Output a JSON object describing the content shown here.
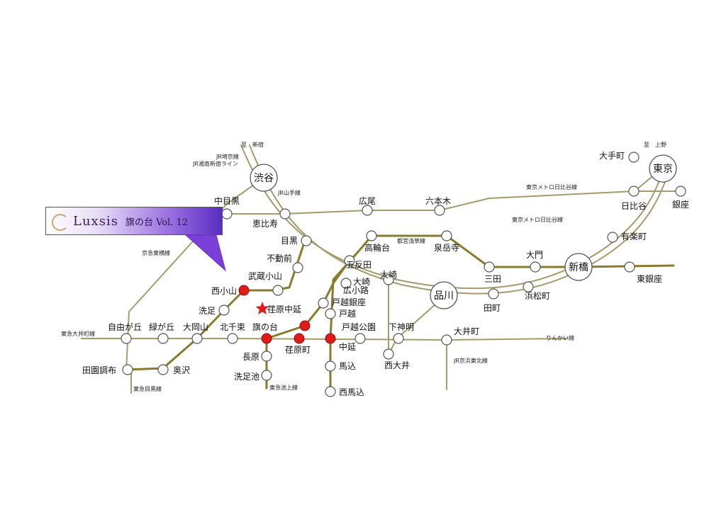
{
  "banner": {
    "brand": "Luxsis",
    "subtitle": "旗の台 Vol. 12"
  },
  "line_labels": {
    "shinjuku": "至　新宿",
    "ueno": "至　上野",
    "jr_saikyo": "JR埼京線",
    "jr_shonan": "JR湘南新宿ライン",
    "jr_yamanote": "JR山手線",
    "hibiya_top": "東京メトロ日比谷線",
    "hibiya_mid": "東京メトロ日比谷線",
    "toyoko": "京急東横線",
    "asakusa": "都営浅草線",
    "oimachi_line": "東急大井町線",
    "meguro_line": "東急目黒線",
    "ikegami_line": "東急池上線",
    "rinkai": "りんかい線",
    "keihin": "JR京浜東北線"
  },
  "stations": {
    "shibuya": "渋谷",
    "tokyo": "東京",
    "shinbashi": "新橋",
    "shinagawa": "品川",
    "nakameguro": "中目黒",
    "ebisu": "恵比寿",
    "hiroo": "広尾",
    "roppongi": "六本木",
    "otemachi": "大手町",
    "hibiya": "日比谷",
    "ginza": "銀座",
    "yurakucho": "有楽町",
    "higashiginza": "東銀座",
    "meguro": "目黒",
    "fudomae": "不動前",
    "musashikoyama": "武蔵小山",
    "nishikoyama": "西小山",
    "senzoku": "洗足",
    "ebaranakanobu": "荏原中延",
    "takanawadai": "高輪台",
    "sengakuji": "泉岳寺",
    "gotanda": "五反田",
    "osaki": "大崎",
    "osakihirokoji": "大崎\n広小路",
    "togoshiginza": "戸越銀座",
    "togoshi": "戸越",
    "togoshikoen": "戸越公園",
    "mita": "三田",
    "daimon": "大門",
    "hamamatsucho": "浜松町",
    "tamachi": "田町",
    "jiyugaoka": "自由が丘",
    "midorigaoka": "緑が丘",
    "ookayama": "大岡山",
    "kitasenzoku": "北千束",
    "hatanodai": "旗の台",
    "ebaramachi": "荏原町",
    "nakanobu": "中延",
    "shimoshinmei": "下神明",
    "oimachi": "大井町",
    "nishioi": "西大井",
    "denenchofu": "田園調布",
    "okusawa": "奥沢",
    "nagahara": "長原",
    "senzokuike": "洗足池",
    "magome": "馬込",
    "nishimagome": "西馬込"
  },
  "colors": {
    "line": "#a59a6a",
    "line_olive": "#8a7a2c",
    "highlight": "#e11a1a",
    "star": "#e11a1a"
  }
}
